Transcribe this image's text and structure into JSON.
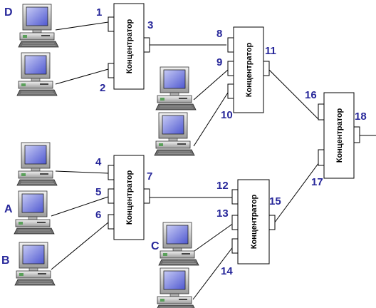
{
  "colors": {
    "label": "#27279a",
    "screen_top": "#b9bdf2",
    "screen_bottom": "#5b63d6",
    "case_light": "#e8e8e8",
    "case_dark": "#8a8a8a",
    "line": "#000000"
  },
  "hub_label": "Концентратор",
  "hubs": [
    {
      "id": "h1",
      "ports": [
        "1",
        "2",
        "3"
      ]
    },
    {
      "id": "h2",
      "ports": [
        "8",
        "9",
        "10",
        "11"
      ]
    },
    {
      "id": "h3",
      "ports": [
        "4",
        "5",
        "6",
        "7"
      ]
    },
    {
      "id": "h4",
      "ports": [
        "12",
        "13",
        "14",
        "15"
      ]
    },
    {
      "id": "h5",
      "ports": [
        "16",
        "17",
        "18"
      ]
    }
  ],
  "computers": [
    {
      "id": "pc-d",
      "label": "D",
      "icon": "computer-icon"
    },
    {
      "id": "pc-2",
      "label": "",
      "icon": "computer-icon"
    },
    {
      "id": "pc-9",
      "label": "",
      "icon": "computer-icon"
    },
    {
      "id": "pc-10",
      "label": "",
      "icon": "computer-icon"
    },
    {
      "id": "pc-4",
      "label": "",
      "icon": "computer-icon"
    },
    {
      "id": "pc-a",
      "label": "A",
      "icon": "computer-icon"
    },
    {
      "id": "pc-b",
      "label": "B",
      "icon": "computer-icon"
    },
    {
      "id": "pc-c",
      "label": "C",
      "icon": "computer-icon"
    },
    {
      "id": "pc-14",
      "label": "",
      "icon": "computer-icon"
    }
  ]
}
